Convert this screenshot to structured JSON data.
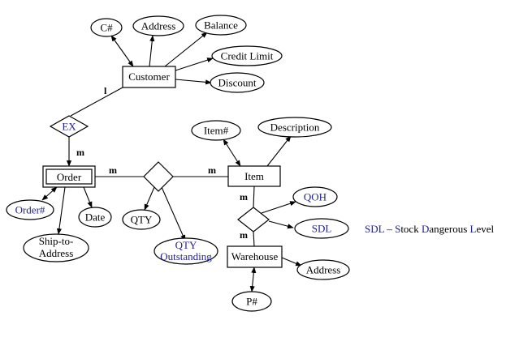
{
  "entities": {
    "customer": "Customer",
    "order": "Order",
    "item": "Item",
    "warehouse": "Warehouse"
  },
  "relationships": {
    "ex": "EX"
  },
  "attributes": {
    "customer_c": "C#",
    "customer_address": "Address",
    "customer_balance": "Balance",
    "customer_credit_limit": "Credit Limit",
    "customer_discount": "Discount",
    "order_number": "Order#",
    "order_date": "Date",
    "order_ship_to_line1": "Ship-to-",
    "order_ship_to_line2": "Address",
    "qty": "QTY",
    "qty_outstanding_line1": "QTY",
    "qty_outstanding_line2": "Outstanding",
    "item_number": "Item#",
    "item_description": "Description",
    "qoh": "QOH",
    "sdl": "SDL",
    "warehouse_address": "Address",
    "warehouse_p": "P#"
  },
  "cardinalities": {
    "customer_ex": "l",
    "ex_order": "m",
    "order_rel": "m",
    "rel_item": "m",
    "item_rel2": "m",
    "rel2_warehouse": "m"
  },
  "legend": {
    "s1": "SDL",
    "s2": " – ",
    "s3": "S",
    "s4": "tock ",
    "s5": "D",
    "s6": "angerous ",
    "s7": "L",
    "s8": "evel"
  },
  "colors": {
    "identifier_text": "#1f1f8f",
    "line": "#000000"
  }
}
